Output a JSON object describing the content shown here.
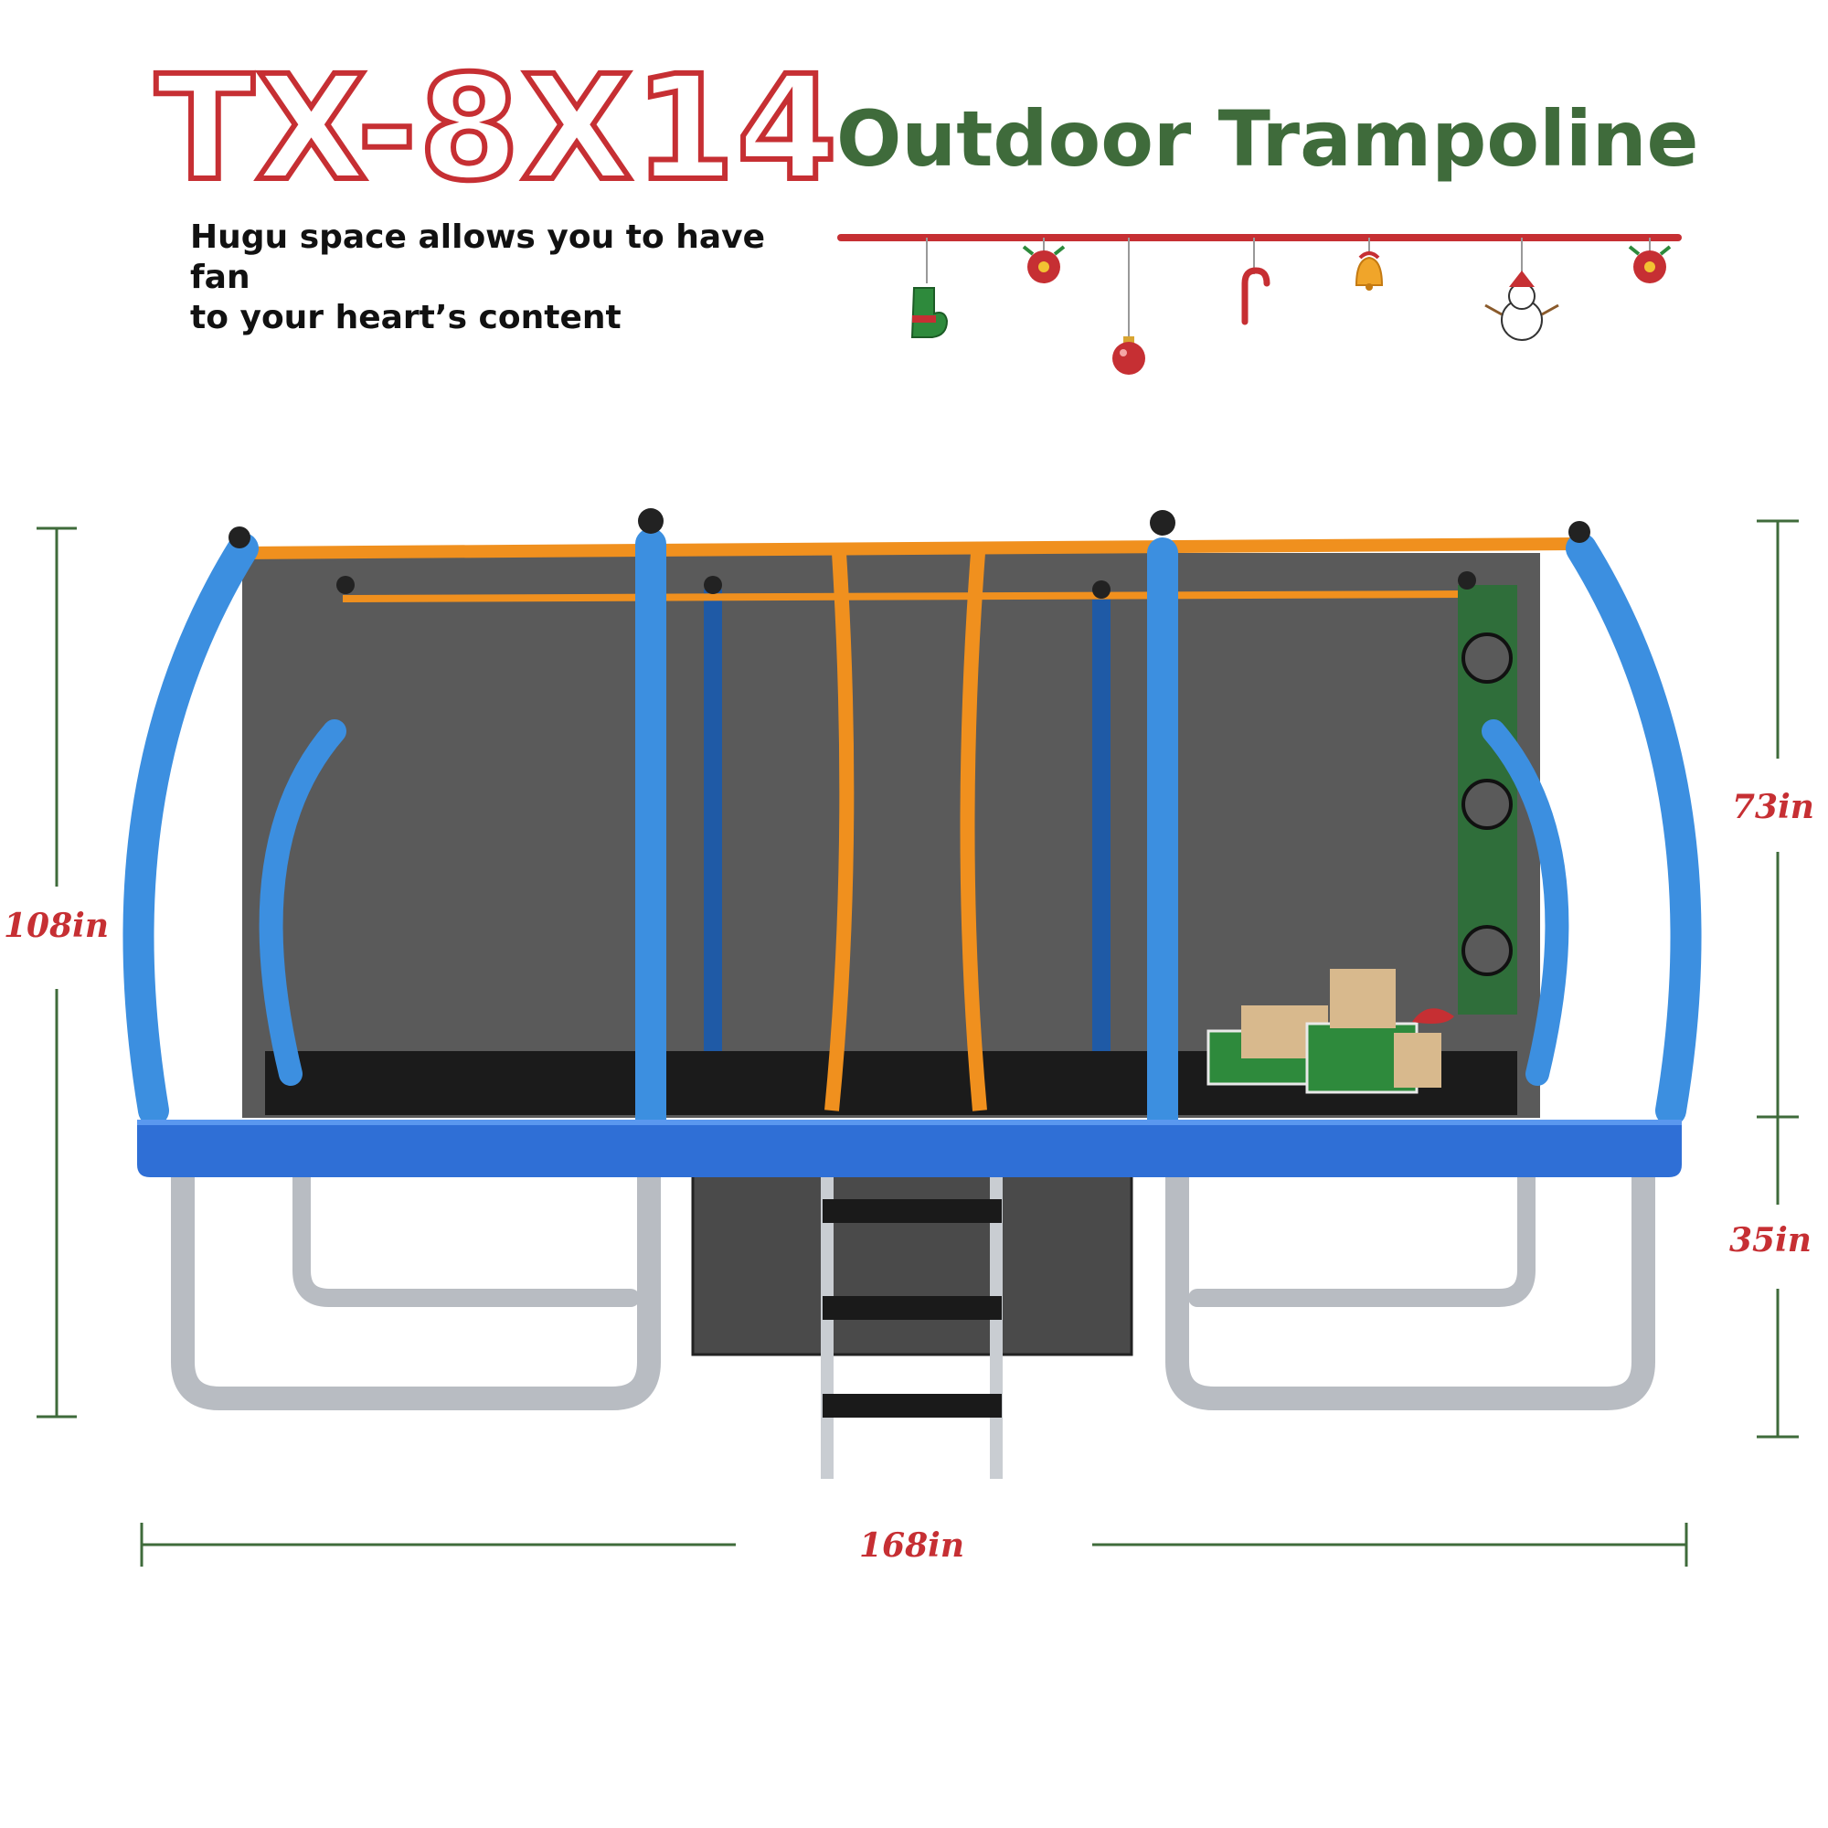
{
  "header": {
    "model": "TX-8X14",
    "product_name": "Outdoor Trampoline",
    "tagline_line1": "Hugu space allows you to have fan",
    "tagline_line2": "to your heart’s content"
  },
  "dimensions": {
    "total_height": "108in",
    "net_height": "73in",
    "frame_height": "35in",
    "length": "168in"
  },
  "decorations": [
    "mitten-icon",
    "poinsettia-icon",
    "ornament-icon",
    "candy-cane-icon",
    "bell-icon",
    "snowman-icon",
    "poinsettia-icon"
  ],
  "colors": {
    "title_red": "#c62f33",
    "title_green": "#3f6b3b",
    "pad_blue": "#2f6fd6",
    "pole_blue": "#3c8fe0",
    "accent_orange": "#f0901e",
    "net_gray": "#5a5a5a"
  }
}
